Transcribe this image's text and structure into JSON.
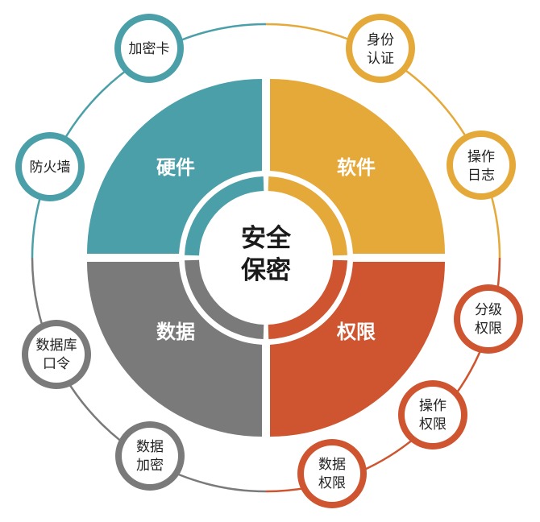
{
  "center": {
    "line1": "安全",
    "line2": "保密"
  },
  "quadrants": {
    "hardware": {
      "label": "硬件",
      "color": "#4b9fa8"
    },
    "software": {
      "label": "软件",
      "color": "#e5a93a"
    },
    "data": {
      "label": "数据",
      "color": "#7a7a7a"
    },
    "permission": {
      "label": "权限",
      "color": "#cf5430"
    }
  },
  "bubbles": {
    "encryption_card": {
      "lines": [
        "加密卡"
      ]
    },
    "firewall": {
      "lines": [
        "防火墙"
      ]
    },
    "identity_auth": {
      "lines": [
        "身份",
        "认证"
      ]
    },
    "operation_log": {
      "lines": [
        "操作",
        "日志"
      ]
    },
    "db_password": {
      "lines": [
        "数据库",
        "口令"
      ]
    },
    "data_encryption": {
      "lines": [
        "数据",
        "加密"
      ]
    },
    "tiered_permission": {
      "lines": [
        "分级",
        "权限"
      ]
    },
    "operation_permission": {
      "lines": [
        "操作",
        "权限"
      ]
    },
    "data_permission": {
      "lines": [
        "数据",
        "权限"
      ]
    }
  }
}
